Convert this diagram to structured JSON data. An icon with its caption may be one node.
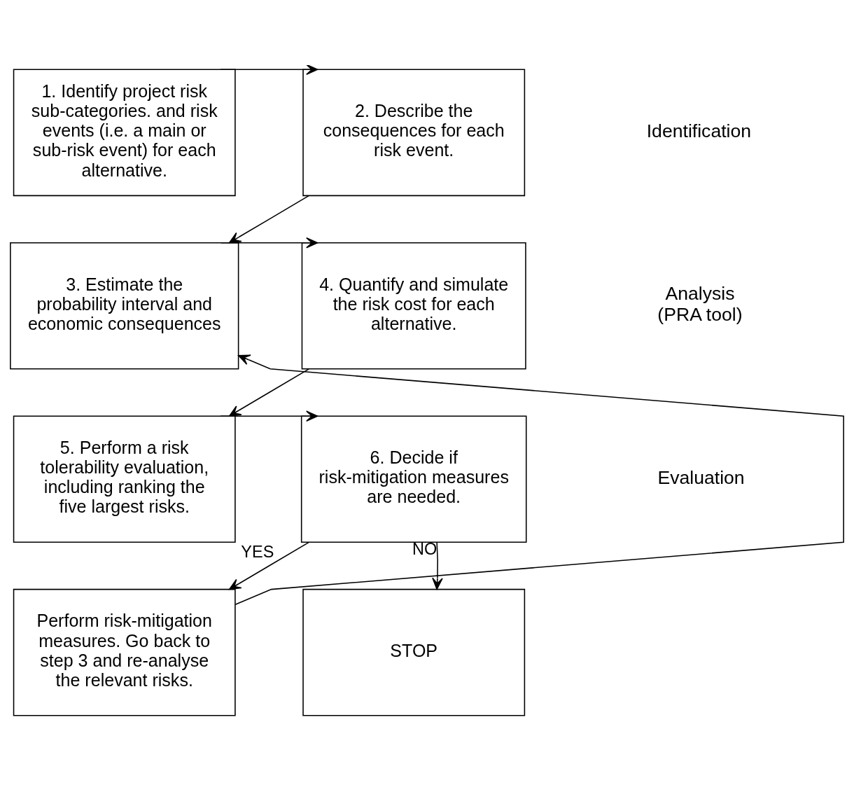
{
  "diagram": {
    "nodes": [
      {
        "text": [
          "1. Identify project risk sub-categories. and risk events (i.e. a main or sub-risk event) for each alternative."
        ]
      },
      {
        "text": [
          "2. Describe the consequences for each risk event."
        ]
      },
      {
        "text": [
          "3. Estimate the probability interval and economic consequences"
        ]
      },
      {
        "text": [
          "4. Quantify and simulate the risk cost for each alternative."
        ]
      },
      {
        "text": [
          "5. Perform a risk tolerability evaluation, including ranking the five largest risks."
        ]
      },
      {
        "text": [
          "6. Decide if risk-mitigation measures are needed."
        ]
      },
      {
        "text": [
          "Perform risk-mitigation measures. Go back to step 3 and re-analyse the relevant risks."
        ]
      },
      {
        "text": [
          "STOP"
        ]
      }
    ],
    "edges": [
      {
        "from": 0,
        "to": 1,
        "arrow": "to"
      },
      {
        "from": 1,
        "to": 2,
        "arrow": "to"
      },
      {
        "from": 2,
        "to": 3,
        "arrow": "to"
      },
      {
        "from": 3,
        "to": 4,
        "arrow": "to"
      },
      {
        "from": 4,
        "to": 5,
        "arrow": "to"
      },
      {
        "from": 5,
        "to": 6,
        "label": "YES",
        "arrow": "to"
      },
      {
        "from": 5,
        "to": 7,
        "label": "NO",
        "arrow": "to"
      },
      {
        "from": 6,
        "to": 2,
        "arrow": "to"
      }
    ],
    "labels": [
      "Identification",
      "Analysis (PRA tool)",
      "Evaluation"
    ]
  }
}
